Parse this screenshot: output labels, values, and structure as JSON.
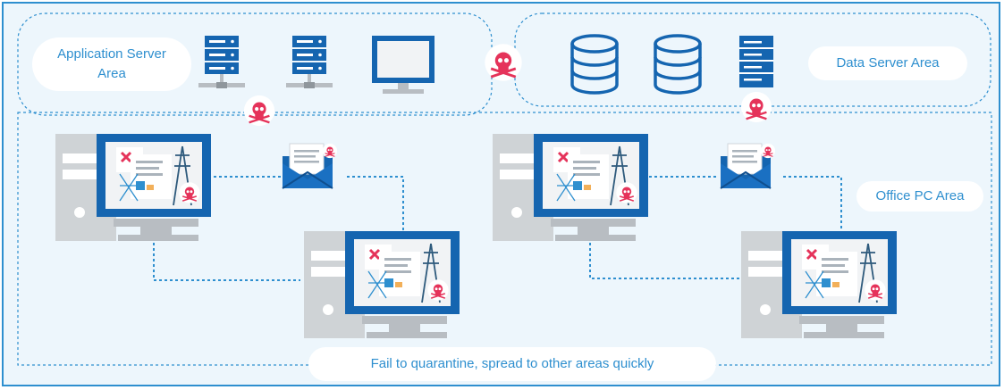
{
  "labels": {
    "app_server_area": "Application Server\nArea",
    "data_server_area": "Data Server Area",
    "office_pc_area": "Office PC Area",
    "caption": "Fail to quarantine, spread to other areas quickly"
  },
  "colors": {
    "blue": "#1565b0",
    "accent": "#2e8fcf",
    "skull": "#e5335a",
    "background": "#edf6fc",
    "tower_gray": "#cfd3d6"
  }
}
